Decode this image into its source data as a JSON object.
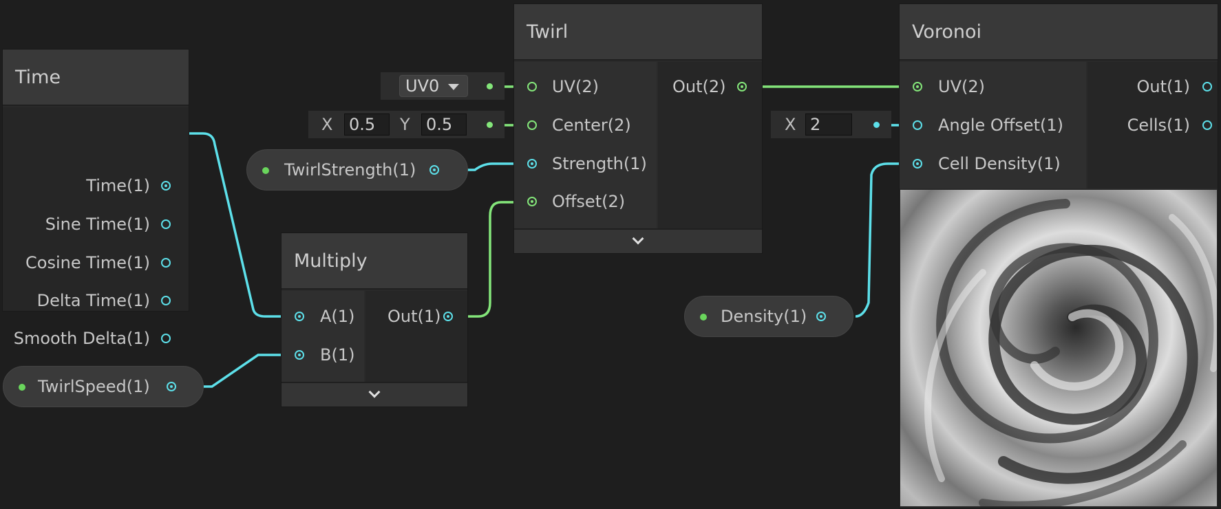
{
  "colors": {
    "background": "#1e1e1e",
    "float_wire": "#5de0ea",
    "vector_wire": "#84e67a",
    "node_title": "#393939"
  },
  "time_node": {
    "title": "Time",
    "outputs": [
      "Time(1)",
      "Sine Time(1)",
      "Cosine Time(1)",
      "Delta Time(1)",
      "Smooth Delta(1)"
    ]
  },
  "twirl_strength_prop": {
    "label": "TwirlStrength(1)"
  },
  "twirl_speed_prop": {
    "label": "TwirlSpeed(1)"
  },
  "density_prop": {
    "label": "Density(1)"
  },
  "multiply_node": {
    "title": "Multiply",
    "inputs": [
      "A(1)",
      "B(1)"
    ],
    "output": "Out(1)"
  },
  "twirl_node": {
    "title": "Twirl",
    "inputs": [
      "UV(2)",
      "Center(2)",
      "Strength(1)",
      "Offset(2)"
    ],
    "output": "Out(2)",
    "uv_dropdown": "UV0",
    "center_x_label": "X",
    "center_x": "0.5",
    "center_y_label": "Y",
    "center_y": "0.5"
  },
  "voronoi_node": {
    "title": "Voronoi",
    "inputs": [
      "UV(2)",
      "Angle Offset(1)",
      "Cell Density(1)"
    ],
    "outputs": [
      "Out(1)",
      "Cells(1)"
    ],
    "angle_x_label": "X",
    "angle_x": "2"
  }
}
